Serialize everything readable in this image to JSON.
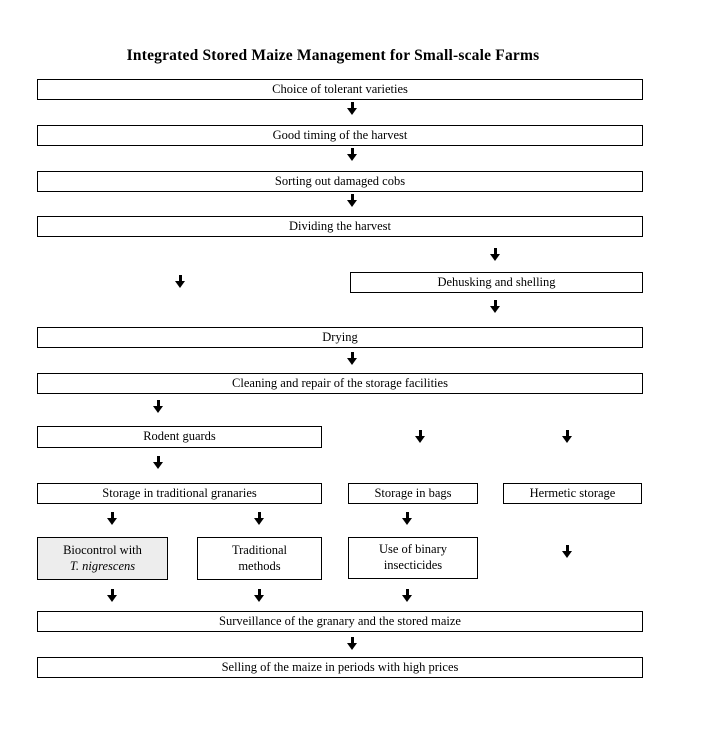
{
  "title": "Integrated Stored Maize Management for Small-scale Farms",
  "colors": {
    "page_bg": "#ffffff",
    "box_bg": "#ffffff",
    "box_border": "#000000",
    "highlight_bg": "#ededed",
    "arrow_color": "#000000",
    "text": "#000000"
  },
  "boxes": {
    "choice": {
      "label": "Choice of tolerant varieties"
    },
    "timing": {
      "label": "Good timing of the harvest"
    },
    "sorting": {
      "label": "Sorting out damaged cobs"
    },
    "dividing": {
      "label": "Dividing the harvest"
    },
    "dehusking": {
      "label": "Dehusking and shelling"
    },
    "drying": {
      "label": "Drying"
    },
    "cleaning": {
      "label": "Cleaning and repair of the storage facilities"
    },
    "rodent": {
      "label": "Rodent guards"
    },
    "granaries": {
      "label": "Storage in traditional granaries"
    },
    "bags": {
      "label": "Storage in bags"
    },
    "hermetic": {
      "label": "Hermetic storage"
    },
    "biocontrol": {
      "line1": "Biocontrol with",
      "line2": "T. nigrescens",
      "highlighted": true
    },
    "traditional": {
      "line1": "Traditional",
      "line2": "methods"
    },
    "binary": {
      "line1": "Use of binary",
      "line2": "insecticides"
    },
    "surveillance": {
      "label": "Surveillance of the granary and the stored maize"
    },
    "selling": {
      "label": "Selling of the maize in periods with high prices"
    }
  },
  "icons": {
    "arrow": "down-arrow"
  }
}
